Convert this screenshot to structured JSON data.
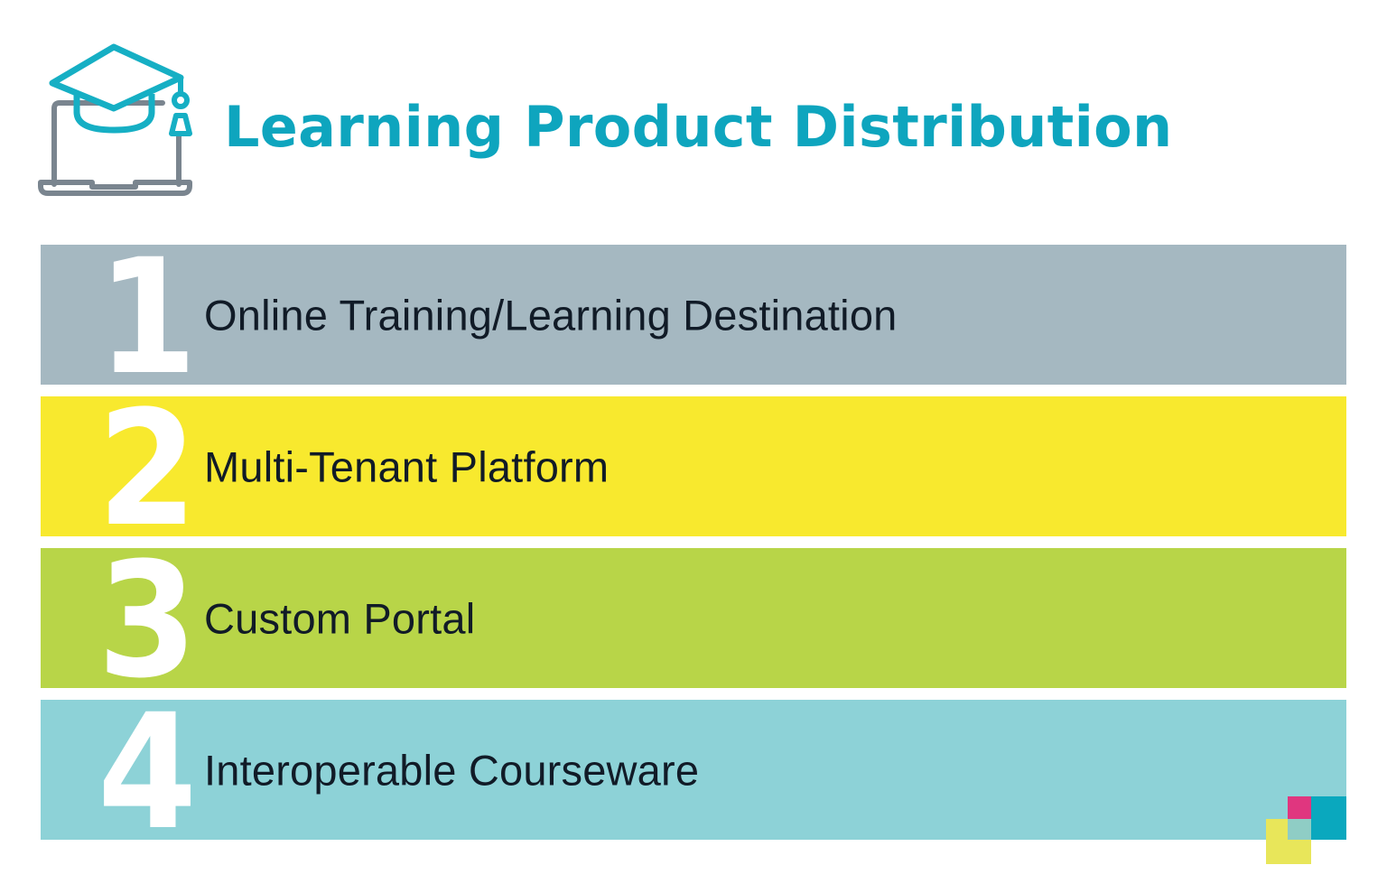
{
  "header": {
    "title": "Learning Product Distribution",
    "icon": "laptop-graduation-cap-icon",
    "title_color": "#0EA5BE"
  },
  "items": [
    {
      "number": "1",
      "label": "Online Training/Learning Destination",
      "color": "#A5B8C1"
    },
    {
      "number": "2",
      "label": "Multi-Tenant Platform",
      "color": "#F8E92E"
    },
    {
      "number": "3",
      "label": "Custom Portal",
      "color": "#B8D548"
    },
    {
      "number": "4",
      "label": "Interoperable Courseware",
      "color": "#8DD2D7"
    }
  ],
  "colors": {
    "text": "#111B27",
    "number": "#FFFFFF",
    "icon_accent": "#16AFC4",
    "icon_gray": "#7A858F",
    "corner_pink": "#E0367F",
    "corner_teal": "#0AA8BE",
    "corner_light_teal": "#8DD2D7",
    "corner_yellow": "#E8E65A",
    "corner_mix": "#8FCDC5"
  }
}
